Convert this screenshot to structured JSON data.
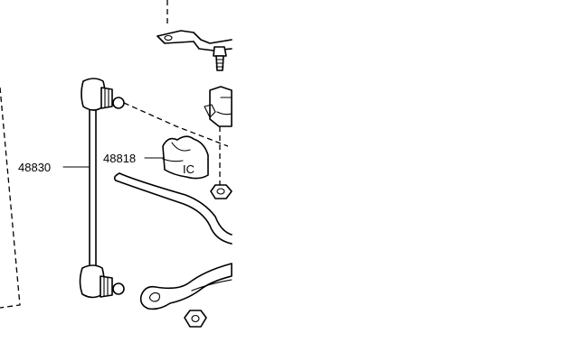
{
  "parts": [
    {
      "id": "stabilizer-link",
      "number": "48830"
    },
    {
      "id": "stabilizer-bushing",
      "number": "48818"
    }
  ],
  "bushing_mark": "IC"
}
